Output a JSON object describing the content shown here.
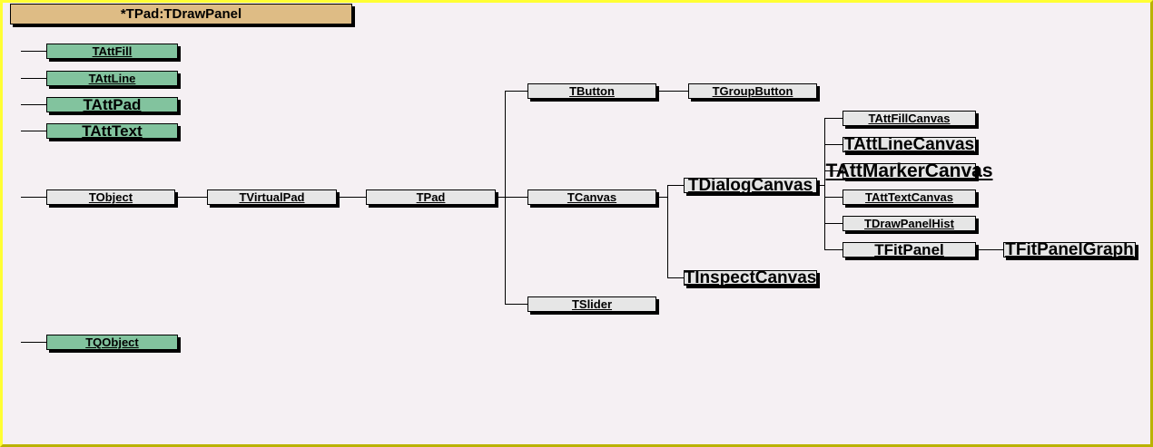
{
  "window": {
    "title": "*TPad:TDrawPanel"
  },
  "colors": {
    "background": "#f5f0f3",
    "frame_border_light": "#ffff33",
    "frame_border_dark": "#bab300",
    "title_fill": "#debc85",
    "attribute_class_fill": "#82c39e",
    "class_fill": "#e6e6e6",
    "line": "#000000",
    "shadow": "#000000",
    "text": "#000000"
  },
  "diagram": {
    "type": "class-inheritance-tree",
    "classes": {
      "tattfill": "TAttFill",
      "tattline": "TAttLine",
      "tattpad": "TAttPad",
      "tatttext": "TAttText",
      "tobject": "TObject",
      "tvirtualpad": "TVirtualPad",
      "tpad": "TPad",
      "tbutton": "TButton",
      "tgroupbutton": "TGroupButton",
      "tcanvas": "TCanvas",
      "tslider": "TSlider",
      "tdialogcanvas": "TDialogCanvas",
      "tinspectcanvas": "TInspectCanvas",
      "tattfillcanvas": "TAttFillCanvas",
      "tattlinecanvas": "TAttLineCanvas",
      "tattmarkercanvas": "TAttMarkerCanvas",
      "tatttextcanvas": "TAttTextCanvas",
      "tdrawpanelhist": "TDrawPanelHist",
      "tfitpanel": "TFitPanel",
      "tfitpanelgraph": "TFitPanelGraph",
      "tqobject": "TQObject"
    },
    "edges": [
      [
        "TObject",
        "TVirtualPad"
      ],
      [
        "TVirtualPad",
        "TPad"
      ],
      [
        "TPad",
        "TButton"
      ],
      [
        "TPad",
        "TCanvas"
      ],
      [
        "TPad",
        "TSlider"
      ],
      [
        "TButton",
        "TGroupButton"
      ],
      [
        "TCanvas",
        "TDialogCanvas"
      ],
      [
        "TCanvas",
        "TInspectCanvas"
      ],
      [
        "TDialogCanvas",
        "TAttFillCanvas"
      ],
      [
        "TDialogCanvas",
        "TAttLineCanvas"
      ],
      [
        "TDialogCanvas",
        "TAttMarkerCanvas"
      ],
      [
        "TDialogCanvas",
        "TAttTextCanvas"
      ],
      [
        "TDialogCanvas",
        "TDrawPanelHist"
      ],
      [
        "TDialogCanvas",
        "TFitPanel"
      ],
      [
        "TFitPanel",
        "TFitPanelGraph"
      ]
    ]
  }
}
